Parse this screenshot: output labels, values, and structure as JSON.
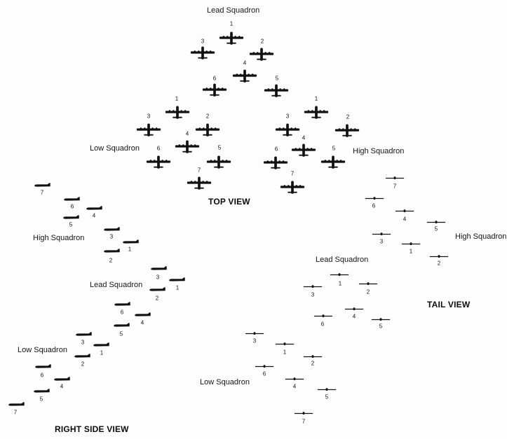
{
  "views": {
    "top": "TOP VIEW",
    "side": "RIGHT SIDE VIEW",
    "tail": "TAIL VIEW"
  },
  "squadrons": {
    "lead": "Lead Squadron",
    "low": "Low Squadron",
    "high": "High Squadron"
  },
  "aircraft_numbers": {
    "top_view": {
      "lead": [
        "1",
        "2",
        "3",
        "4",
        "5",
        "6"
      ],
      "low": [
        "1",
        "2",
        "3",
        "4",
        "5",
        "6",
        "7"
      ],
      "high": [
        "1",
        "2",
        "3",
        "4",
        "5",
        "6",
        "7"
      ]
    },
    "side_view": {
      "high": [
        "7",
        "6",
        "4",
        "5",
        "3",
        "1",
        "2"
      ],
      "lead": [
        "3",
        "1",
        "2",
        "6",
        "4",
        "5"
      ],
      "low": [
        "3",
        "1",
        "2",
        "6",
        "4",
        "5",
        "7"
      ]
    },
    "tail_view": {
      "high": [
        "7",
        "6",
        "4",
        "5",
        "3",
        "1",
        "2"
      ],
      "lead": [
        "1",
        "3",
        "2",
        "6",
        "4",
        "5"
      ],
      "low": [
        "3",
        "1",
        "2",
        "6",
        "4",
        "5",
        "7"
      ]
    }
  },
  "colors": {
    "ink": "#111111",
    "background": "#fdfdfd"
  }
}
